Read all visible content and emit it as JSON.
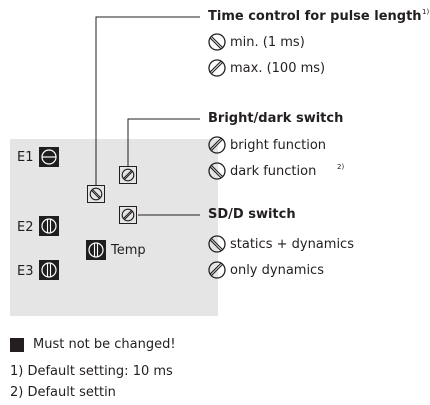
{
  "time_control": {
    "title": "Time control for pulse length",
    "note_ref": "1)",
    "min_label": "min. (1 ms)",
    "max_label": "max. (100 ms)"
  },
  "bright_dark": {
    "title": "Bright/dark switch",
    "bright_label": "bright function",
    "dark_label": "dark function",
    "dark_note_ref": "2)"
  },
  "sdd": {
    "title": "SD/D switch",
    "statics_label": "statics + dynamics",
    "dynamics_label": "only dynamics"
  },
  "panel": {
    "e1": "E1",
    "e2": "E2",
    "e3": "E3",
    "temp": "Temp"
  },
  "legend": {
    "must_not_change": "Must not be changed!"
  },
  "footnotes": {
    "note1": "1)  Default setting: 10 ms",
    "note2": "2)  Default settin"
  },
  "icons": {
    "black_switch": "slot-screw-icon",
    "dial_min": "dial-horizontal-slot-icon",
    "dial_max": "dial-diagonal-slot-icon"
  }
}
